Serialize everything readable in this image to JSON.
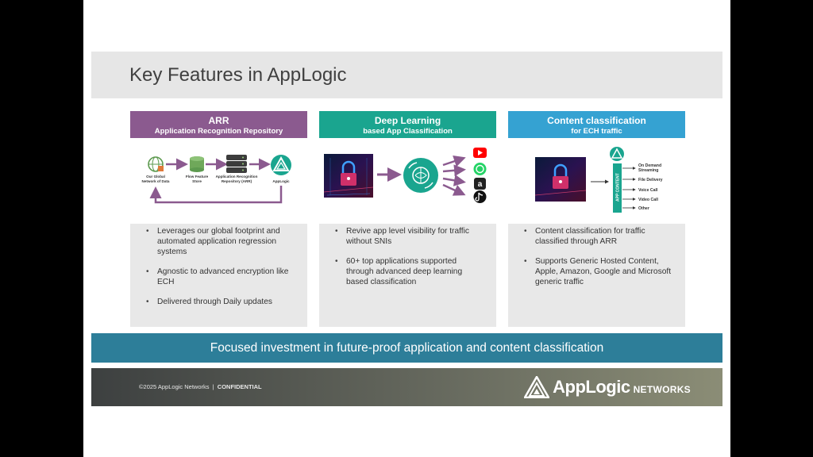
{
  "slide": {
    "title": "Key Features in AppLogic"
  },
  "cards": [
    {
      "title": "ARR",
      "subtitle": "Application Recognition Repository",
      "diagram": {
        "node1": [
          "Our Global",
          "Network of Data"
        ],
        "node2": [
          "Flow Feature",
          "Store"
        ],
        "node3": [
          "Application Recognition",
          "Repository (ARR)"
        ],
        "node4": "AppLogic"
      },
      "bullets": [
        "Leverages our global footprint and automated application regression systems",
        "Agnostic to advanced encryption like ECH",
        "Delivered through Daily updates"
      ]
    },
    {
      "title": "Deep Learning",
      "subtitle": "based App Classification",
      "bullets": [
        "Revive app level visibility for traffic without SNIs",
        "60+ top applications supported through advanced deep learning based classification"
      ]
    },
    {
      "title": "Content classification",
      "subtitle": "for ECH traffic",
      "diagram": {
        "column_label": "APP CONTENT",
        "categories": [
          [
            "On Demand",
            "Streaming"
          ],
          [
            "File Delivery"
          ],
          [
            "Voice Call"
          ],
          [
            "Video Call"
          ],
          [
            "Other"
          ]
        ]
      },
      "bullets": [
        "Content classification for traffic classified through ARR",
        "Supports Generic Hosted Content, Apple, Amazon, Google and Microsoft generic traffic"
      ]
    }
  ],
  "banner": "Focused investment in future-proof application and content classification",
  "footer": {
    "copyright": "©2025 AppLogic Networks",
    "separator": "|",
    "confidential": "CONFIDENTIAL",
    "brand_main": "AppLogic",
    "brand_sub": "NETWORKS"
  },
  "colors": {
    "arr_header": "#8b5a8f",
    "dl_header": "#1aa58f",
    "cc_header": "#35a2d2",
    "banner": "#2d7e99",
    "arrow_purple": "#8b5a8f"
  },
  "icons": {
    "youtube": "youtube-icon",
    "whatsapp": "whatsapp-icon",
    "amazon": "amazon-icon",
    "tiktok": "tiktok-icon"
  }
}
